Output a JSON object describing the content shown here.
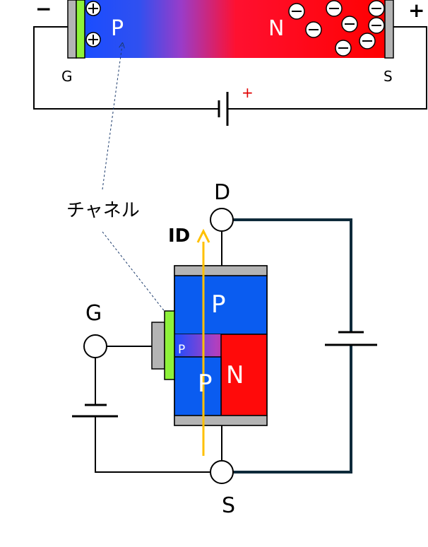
{
  "top_diagram": {
    "minus_sign": "−",
    "plus_sign": "+",
    "p_label": "P",
    "n_label": "N",
    "gate_label": "G",
    "source_label": "S",
    "battery_plus": "+"
  },
  "bottom_diagram": {
    "channel_label": "チャネル",
    "drain_label": "D",
    "gate_label": "G",
    "source_label": "S",
    "current_label": "ID",
    "upper_p_label": "P",
    "channel_p_label": "P",
    "lower_p_label": "P",
    "n_label": "N"
  },
  "colors": {
    "p_region": "#0a5cf0",
    "n_region": "#ff0a0a",
    "gate_oxide": "#8ef23a",
    "electrode": "#b4b4b4",
    "current_arrow": "#ffc000",
    "dark_wire": "#0e2a3a",
    "wire": "#000000"
  }
}
